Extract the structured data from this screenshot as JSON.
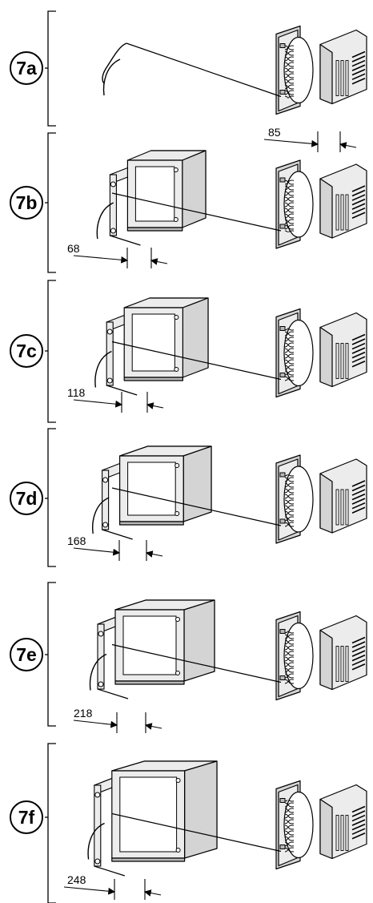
{
  "steps": [
    {
      "label": "7a",
      "dimension": "85",
      "spacer": "none"
    },
    {
      "label": "7b",
      "dimension": "68",
      "spacer": "small"
    },
    {
      "label": "7c",
      "dimension": "118",
      "spacer": "medium"
    },
    {
      "label": "7d",
      "dimension": "168",
      "spacer": "large"
    },
    {
      "label": "7e",
      "dimension": "218",
      "spacer": "xlarge"
    },
    {
      "label": "7f",
      "dimension": "248",
      "spacer": "xxlarge"
    }
  ],
  "colors": {
    "line": "#000000",
    "fill_light": "#ececec",
    "fill_mid": "#d4d4d4",
    "fill_dark": "#b8b8b8"
  }
}
